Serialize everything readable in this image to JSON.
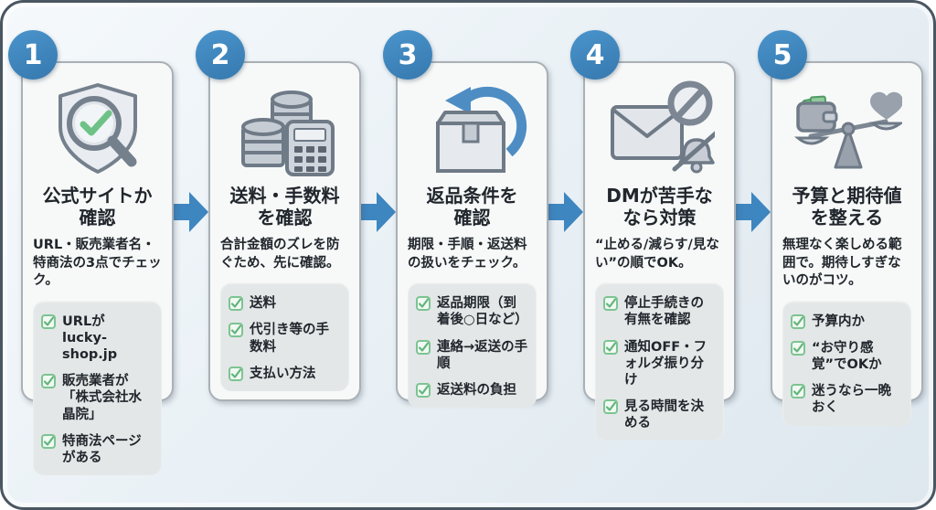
{
  "colors": {
    "accent_blue": "#3e86c0",
    "card_bg": "#f7f9f8",
    "card_border": "#a9b0b6",
    "checklist_bg": "#e3e7e7",
    "check_green": "#6fc287",
    "background": "#eaf1f6",
    "frame_border": "#4a5661",
    "text": "#20262c"
  },
  "cards": [
    {
      "number": "1",
      "icon": "shield-magnifier-check-icon",
      "title": "公式サイトか\n確認",
      "description": "URL・販売業者名・特商法の3点でチェック。",
      "checklist": [
        "URLが lucky-shop.jp",
        "販売業者が「株式会社水晶院」",
        "特商法ページがある"
      ]
    },
    {
      "number": "2",
      "icon": "coins-calculator-icon",
      "title": "送料・手数料\nを確認",
      "description": "合計金額のズレを防ぐため、先に確認。",
      "checklist": [
        "送料",
        "代引き等の手数料",
        "支払い方法"
      ]
    },
    {
      "number": "3",
      "icon": "return-box-arrow-icon",
      "title": "返品条件を\n確認",
      "description": "期限・手順・返送料の扱いをチェック。",
      "checklist": [
        "返品期限（到着後○日など）",
        "連絡→返送の手順",
        "返送料の負担"
      ]
    },
    {
      "number": "4",
      "icon": "mail-block-bell-icon",
      "title": "DMが苦手な\nなら対策",
      "description": "“止める/減らす/見ない”の順でOK。",
      "checklist": [
        "停止手続きの有無を確認",
        "通知OFF・フォルダ振り分け",
        "見る時間を決める"
      ]
    },
    {
      "number": "5",
      "icon": "wallet-heart-scale-icon",
      "title": "予算と期待値\nを整える",
      "description": "無理なく楽しめる範囲で。期待しすぎないのがコツ。",
      "checklist": [
        "予算内か",
        "“お守り感覚”でOKか",
        "迷うなら一晩おく"
      ]
    }
  ]
}
